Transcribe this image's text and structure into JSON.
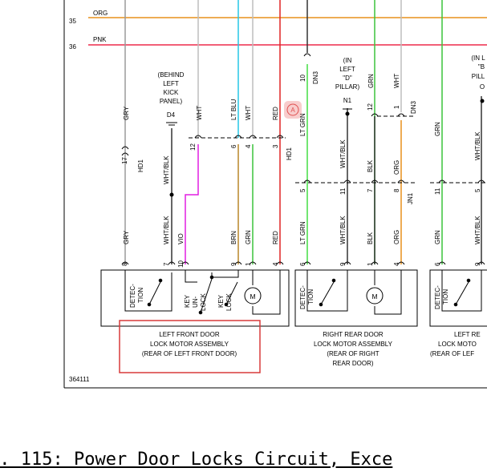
{
  "rows": [
    {
      "num": "35",
      "name": "ORG",
      "color": "#e8901c"
    },
    {
      "num": "36",
      "name": "PNK",
      "color": "#ee2a4a"
    }
  ],
  "wires": {
    "gry": "GRY",
    "hd1": "HD1",
    "wht_blk": "WHT/BLK",
    "vio": "VIO",
    "wht": "WHT",
    "lt_blu": "LT BLU",
    "brn": "BRN",
    "grn": "GRN",
    "red": "RED",
    "dn3": "DN3",
    "lt_grn": "LT GRN",
    "blk": "BLK",
    "org": "ORG",
    "jn1": "JN1"
  },
  "wire_colors": {
    "gry": "#9a9a9a",
    "wht": "#bdbdbd",
    "lt_blu": "#27c7e6",
    "brn": "#b8852a",
    "grn": "#3cc43c",
    "red": "#e02424",
    "blk": "#333333",
    "org": "#e8901c",
    "vio": "#e21ee2",
    "ltgrn": "#44dd44"
  },
  "grounds": {
    "d4": {
      "lines": [
        "(BEHIND",
        "LEFT",
        "KICK",
        "PANEL)"
      ],
      "id": "D4"
    },
    "n1": {
      "lines": [
        "(IN",
        "LEFT",
        "\"D\"",
        "PILLAR)"
      ],
      "id": "N1"
    },
    "o": {
      "lines": [
        "(IN L",
        "\"B",
        "PILL"
      ],
      "id": "O"
    }
  },
  "pins": {
    "p17": "17",
    "p12": "12",
    "p6": "6",
    "p4": "4",
    "p3": "3",
    "p10": "10",
    "p12b": "12",
    "p1": "1",
    "p5": "5",
    "p11": "11",
    "p7": "7",
    "p8": "8",
    "p5b": "5",
    "p11b": "11",
    "p9": "9",
    "p8b": "8",
    "p6b": "6",
    "p4b": "4",
    "p1b": "1",
    "p9b": "9",
    "p7b": "7",
    "p10b": "10"
  },
  "switches": {
    "detection": [
      "DETEC-",
      "TION"
    ],
    "key_unlock": [
      "KEY",
      "UN-",
      "LOCK"
    ],
    "key_lock": [
      "KEY",
      "LOCK"
    ],
    "motor": "M"
  },
  "components": {
    "left_front": [
      "LEFT FRONT DOOR",
      "LOCK MOTOR ASSEMBLY",
      "(REAR OF LEFT FRONT DOOR)"
    ],
    "right_rear": [
      "RIGHT REAR DOOR",
      "LOCK MOTOR ASSEMBLY",
      "(REAR OF RIGHT",
      "REAR DOOR)"
    ],
    "left_rear": [
      "LEFT RE",
      "LOCK MOTO",
      "(REAR OF LEF"
    ]
  },
  "marker_letter": "A",
  "image_id": "364111",
  "caption": "g. 115: Power Door Locks Circuit, Exce"
}
